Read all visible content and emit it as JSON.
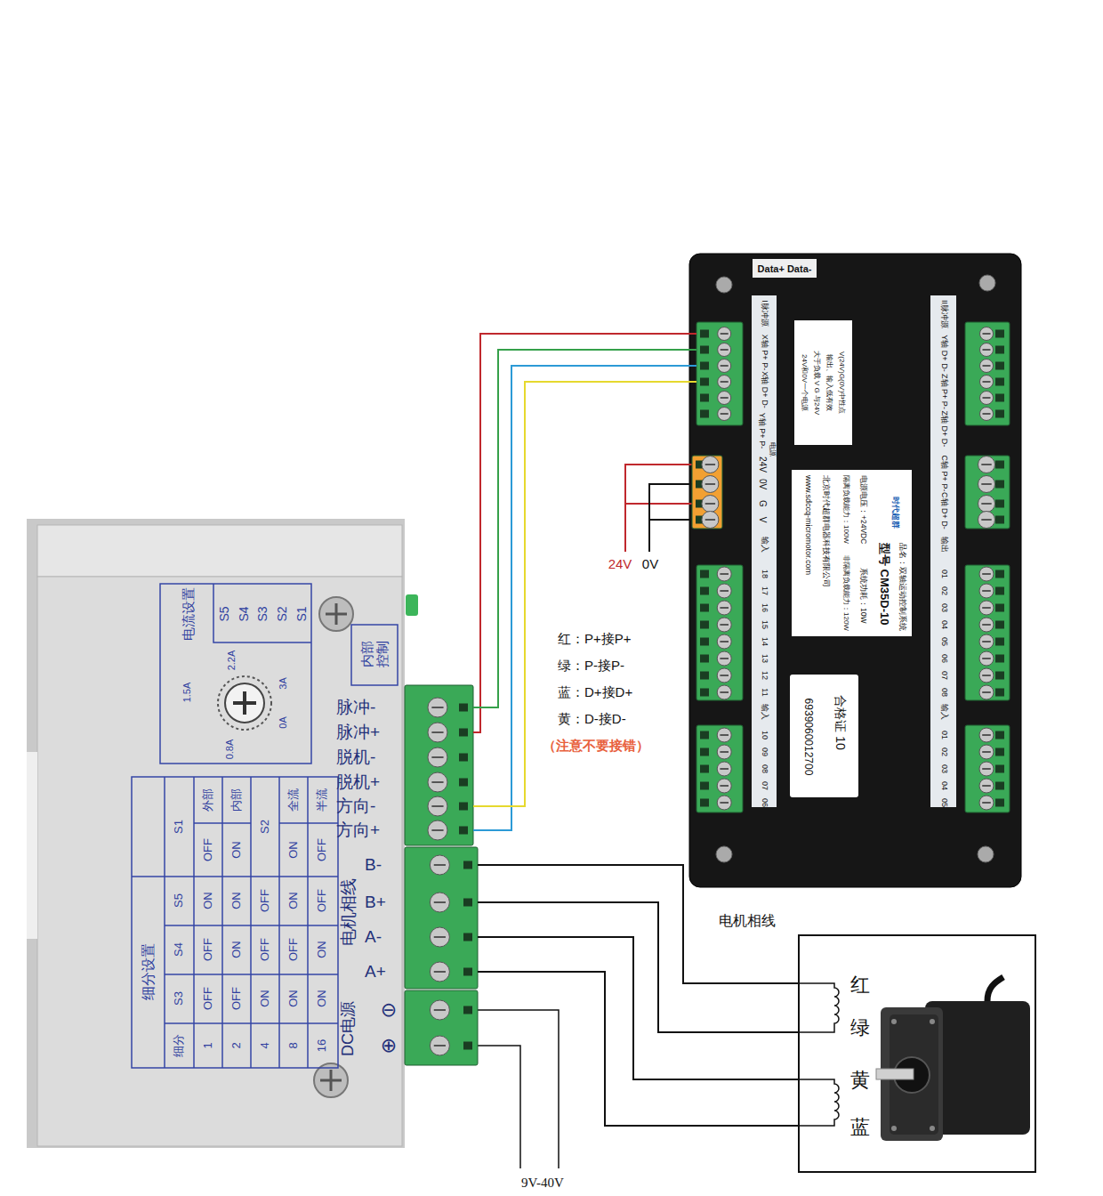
{
  "diagram": {
    "nodes": [
      {
        "text": [
          "X轴 P+ P-",
          "X轴 D+ D-"
        ]
      },
      {
        "text": [
          "时代超群",
          "品名：双轴运动控制系统",
          "型号 CM35D-10",
          "电源电压：+24VDC",
          "系统功耗：10W",
          "隔离负载能力：100W",
          "非隔离负载能力：120W",
          "北京时代超群电器科技有限公司",
          "www.sdccq-micromotor.com"
        ]
      },
      {
        "text": [
          "脉冲-",
          "脉冲+",
          "脱机-",
          "脱机+",
          "方向-",
          "方向+"
        ]
      },
      {
        "text": [
          "电机相线",
          "B-",
          "B+",
          "A-",
          "A+"
        ]
      },
      {
        "text": [
          "DC电源",
          "⊖",
          "⊕"
        ]
      },
      {
        "text": [
          "红",
          "绿",
          "黄",
          "蓝"
        ]
      }
    ],
    "edges": [
      {
        "from": 0,
        "to": 2,
        "arrow": "none"
      },
      {
        "from": 0,
        "to": 2,
        "arrow": "none"
      },
      {
        "from": 0,
        "to": 2,
        "arrow": "none"
      },
      {
        "from": 0,
        "to": 2,
        "arrow": "none"
      },
      {
        "from": 3,
        "to": 5,
        "arrow": "none"
      },
      {
        "from": 3,
        "to": 5,
        "arrow": "none"
      },
      {
        "from": 3,
        "to": 5,
        "arrow": "none"
      },
      {
        "from": 3,
        "to": 5,
        "arrow": "none"
      }
    ],
    "labels": [
      "电流设置",
      "S5",
      "S4",
      "S3",
      "S2",
      "S1",
      "内部控制",
      "1.5A",
      "2.2A",
      "3A",
      "0A",
      "0.8A",
      "细分设置",
      "S1",
      "外部",
      "内部",
      "OFF",
      "ON",
      "S2",
      "全流",
      "半流",
      "ON",
      "OFF",
      "S5",
      "ON",
      "ON",
      "OFF",
      "ON",
      "OFF",
      "S4",
      "OFF",
      "ON",
      "OFF",
      "OFF",
      "ON",
      "S3",
      "OFF",
      "OFF",
      "ON",
      "ON",
      "ON",
      "细分",
      "1",
      "2",
      "4",
      "8",
      "16",
      "Data+ Data-",
      "I脉冲源",
      "Y轴 P+ P-",
      "电源",
      "24V",
      "0V",
      "G",
      "V",
      "输入",
      "18",
      "17",
      "16",
      "15",
      "14",
      "13",
      "12",
      "11",
      "输入",
      "10",
      "09",
      "08",
      "07",
      "06",
      "II脉冲源",
      "Y轴 D+ D-",
      "Z轴 P+ P-",
      "Z轴 D+ D-",
      "C轴 P+ P-",
      "C轴 D+ D-",
      "输出",
      "01",
      "02",
      "03",
      "04",
      "05",
      "06",
      "07",
      "08",
      "输入",
      "01",
      "02",
      "03",
      "04",
      "05",
      "V(24V)G(0V)中性点",
      "输出、输入低有效",
      "大于负载 V G 与24V",
      "24V和0V一个电源",
      "合格证 10",
      "6939060012700",
      "24V",
      "0V",
      "红：P+接P+",
      "绿：P-接P-",
      "蓝：D+接D+",
      "黄：D-接D-",
      "（注意不要接错）",
      "电机相线",
      "9V-40V"
    ]
  }
}
